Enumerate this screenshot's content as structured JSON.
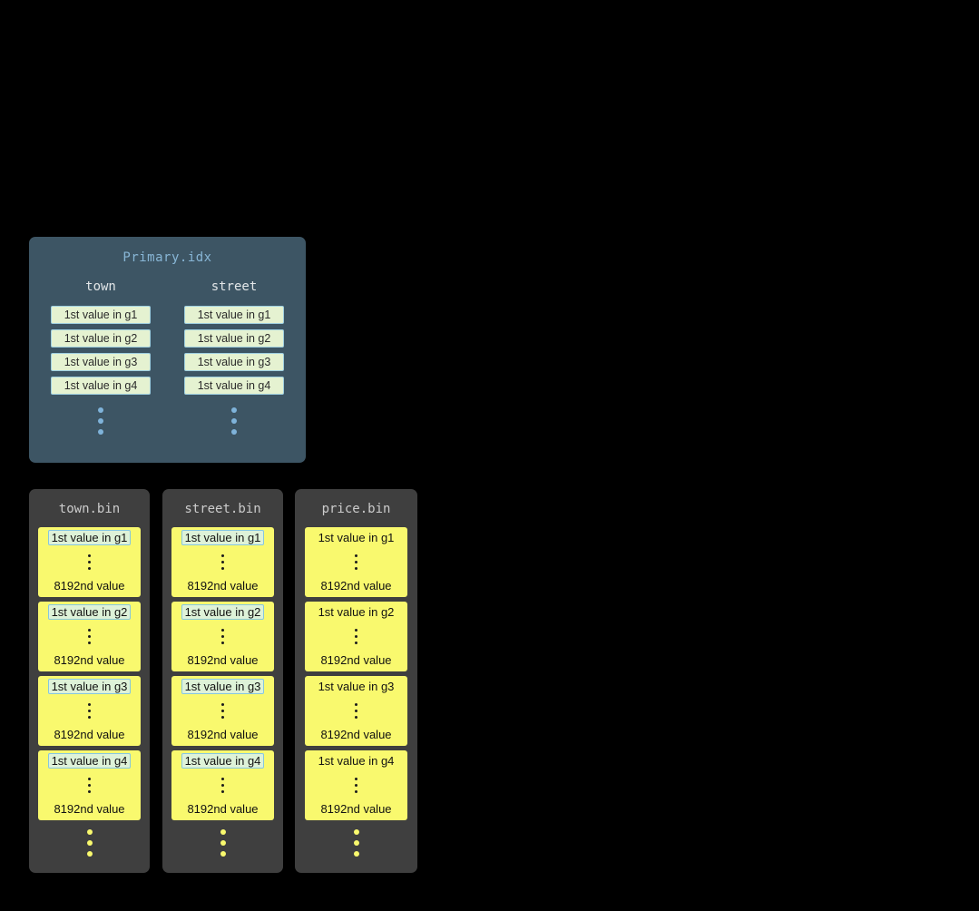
{
  "primary": {
    "title": "Primary.idx",
    "columns": [
      {
        "name": "town",
        "entries": [
          "1st value in g1",
          "1st value in g2",
          "1st value in g3",
          "1st value in g4"
        ]
      },
      {
        "name": "street",
        "entries": [
          "1st value in g1",
          "1st value in g2",
          "1st value in g3",
          "1st value in g4"
        ]
      }
    ]
  },
  "bins": [
    {
      "title": "town.bin",
      "granules": [
        {
          "first": "1st value in g1",
          "last": "8192nd value"
        },
        {
          "first": "1st value in g2",
          "last": "8192nd value"
        },
        {
          "first": "1st value in g3",
          "last": "8192nd value"
        },
        {
          "first": "1st value in g4",
          "last": "8192nd value"
        }
      ]
    },
    {
      "title": "street.bin",
      "granules": [
        {
          "first": "1st value in g1",
          "last": "8192nd value"
        },
        {
          "first": "1st value in g2",
          "last": "8192nd value"
        },
        {
          "first": "1st value in g3",
          "last": "8192nd value"
        },
        {
          "first": "1st value in g4",
          "last": "8192nd value"
        }
      ]
    },
    {
      "title": "price.bin",
      "granules": [
        {
          "first": "1st value in g1",
          "last": "8192nd value"
        },
        {
          "first": "1st value in g2",
          "last": "8192nd value"
        },
        {
          "first": "1st value in g3",
          "last": "8192nd value"
        },
        {
          "first": "1st value in g4",
          "last": "8192nd value"
        }
      ]
    }
  ],
  "colors": {
    "background": "#000000",
    "primary_panel_bg": "#3d5564",
    "primary_title_text": "#88b6d6",
    "index_entry_bg": "#e5f2d1",
    "index_entry_border": "#9fcfe0",
    "bin_panel_bg": "#3f3f3f",
    "bin_title_text": "#cccccc",
    "granule_bg": "#f9f96e",
    "highlight_bg": "#def2d8",
    "highlight_border": "#86c7de",
    "blue_dots": "#7fb3da",
    "yellow_dots": "#f9f96e"
  }
}
